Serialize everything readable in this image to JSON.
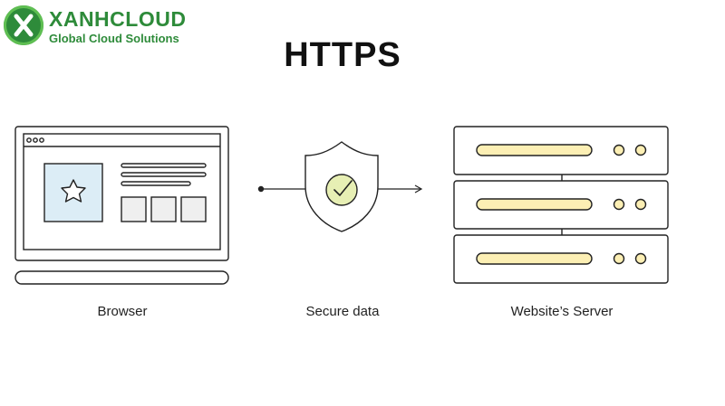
{
  "logo": {
    "name": "XANHCLOUD",
    "tagline": "Global Cloud Solutions",
    "badge_letter": "X"
  },
  "title": "HTTPS",
  "captions": {
    "browser": "Browser",
    "secure": "Secure data",
    "server": "Website’s Server"
  },
  "icons": [
    "star-icon",
    "shield-icon",
    "check-icon",
    "arrow-right-icon"
  ],
  "colors": {
    "brand_green": "#2e8b3a",
    "shield_check_fill": "#e7efb4",
    "server_bar": "#fcefb4",
    "image_placeholder": "#dcedf6",
    "outline": "#222222"
  }
}
